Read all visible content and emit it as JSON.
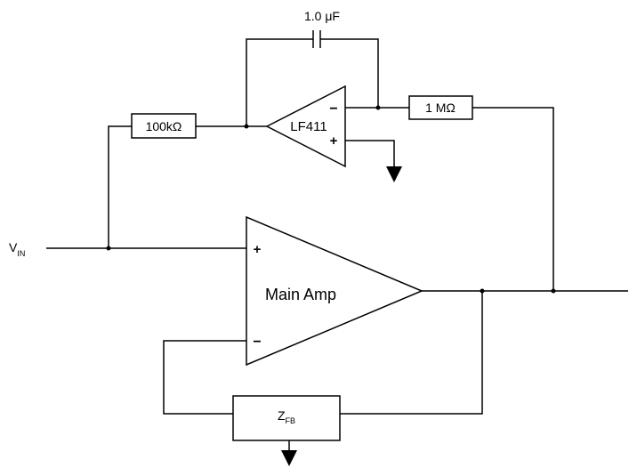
{
  "components": {
    "capacitor_label": "1.0 μF",
    "integrator_opamp_label": "LF411",
    "input_resistor_label": "100kΩ",
    "output_resistor_label": "1 MΩ",
    "main_amp_label": "Main Amp",
    "feedback_impedance": {
      "main": "Z",
      "sub": "FB"
    }
  },
  "signals": {
    "input": {
      "main": "V",
      "sub": "IN"
    }
  },
  "pin_marks": {
    "minus": "−",
    "plus": "+"
  }
}
